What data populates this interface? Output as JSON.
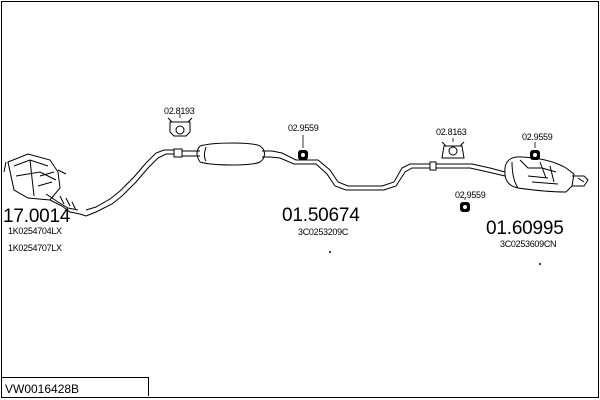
{
  "reference": "VW0016428B",
  "parts": {
    "front_pipe": {
      "number": "17.0014",
      "codes": [
        "1K0254704LX",
        "1K0254707LX"
      ]
    },
    "middle_silencer": {
      "number": "01.50674",
      "code": "3C0253209C"
    },
    "rear_silencer": {
      "number": "01.60995",
      "code": "3C0253609CN"
    },
    "hanger_a": {
      "number": "02.8193"
    },
    "hanger_b": {
      "number": "02.9559"
    },
    "hanger_c": {
      "number": "02.8163"
    },
    "hanger_d": {
      "number": "02.9559"
    },
    "hanger_e": {
      "number": "02.9559"
    }
  }
}
